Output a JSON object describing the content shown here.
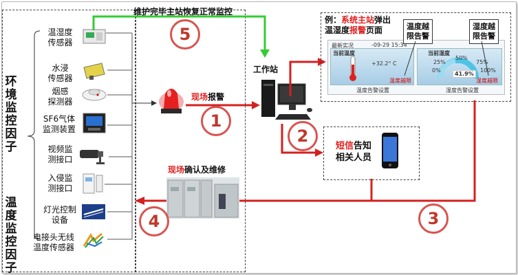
{
  "titles": {
    "environment": "环境监控因子",
    "temperature": "温度监控因子"
  },
  "sensors": [
    {
      "label": "温湿度\n传感器",
      "icon": "humidity-sensor-icon"
    },
    {
      "label": "水浸\n传感器",
      "icon": "water-sensor-icon"
    },
    {
      "label": "烟感\n探测器",
      "icon": "smoke-detector-icon"
    },
    {
      "label": "SF6气体\n监测装置",
      "icon": "sf6-monitor-icon"
    },
    {
      "label": "视频监\n测接口",
      "icon": "camera-icon"
    },
    {
      "label": "入侵监\n测接口",
      "icon": "intrusion-sensor-icon"
    },
    {
      "label": "灯光控制\n设备",
      "icon": "light-control-icon"
    },
    {
      "label": "电接头无线\n温度传感器",
      "icon": "wireless-temp-sensor-icon"
    }
  ],
  "steps": {
    "s1": "1",
    "s2": "2",
    "s3": "3",
    "s4": "4",
    "s5": "5"
  },
  "labels": {
    "top_line": "维护完毕主站恢复正常监控",
    "alarm_red": "现场",
    "alarm_black": "报警",
    "workstation": "工作站",
    "confirm_red": "现场",
    "confirm_black": "确认及维修",
    "sms_red": "短信",
    "sms_black": "告知",
    "sms_line2": "相关人员"
  },
  "popup": {
    "prefix": "例：",
    "red1": "系统主站",
    "mid": "弹出",
    "line2_black": "温湿度",
    "red2": "报警",
    "suffix": "页面",
    "bubble_left": "温度越\n限告警",
    "bubble_right": "湿度越\n限告警",
    "panel_header": "最新实况",
    "panel_date": "-09-29 15:34",
    "temp_title": "当前温度",
    "temp_value": "+32.2° C",
    "hum_title": "当前湿度",
    "hum_value": "41.9%",
    "g25": "25%",
    "g50": "50%",
    "g75": "75%",
    "g0": "0%",
    "g100": "100%",
    "temp_alarm": "温度越限",
    "hum_alarm": "湿度越限",
    "temp_settings": "温度告警设置",
    "hum_settings": "湿度告警设置"
  },
  "colors": {
    "red": "#d42020",
    "green": "#33cc33",
    "circle": "#d9534f"
  }
}
